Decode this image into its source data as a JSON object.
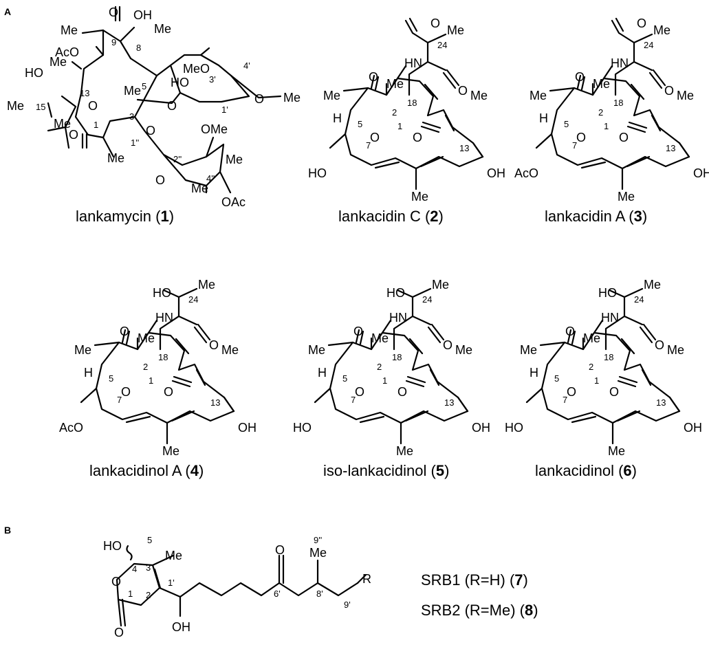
{
  "panels": {
    "a": "A",
    "b": "B"
  },
  "structures": {
    "lankamycin": {
      "caption_name": "lankamycin (",
      "caption_num": "1",
      "caption_end": ")",
      "atoms": {
        "o9": "O",
        "oh8": "OH",
        "me8": "Me",
        "me10": "Me",
        "aco": "AcO",
        "me12": "Me",
        "ho": "HO",
        "me15": "Me",
        "me14": "Me",
        "o_ring": "O",
        "o1": "O",
        "me6": "Me",
        "me2": "Me",
        "o3": "O",
        "o5": "O",
        "meo": "MeO",
        "ho2p": "HO",
        "o_sugar1": "O",
        "me5p": "Me",
        "ome": "OMe",
        "me3pp": "Me",
        "o_sugar2": "O",
        "me5pp": "Me",
        "oac": "OAc"
      },
      "numbers": {
        "n9": "9",
        "n8": "8",
        "n13": "13",
        "n15": "15",
        "n1": "1",
        "n3": "3",
        "n5": "5",
        "n3p": "3'",
        "n4p": "4'",
        "n1p": "1'",
        "n1pp": "1''",
        "n2pp": "2''",
        "n4pp": "4''"
      }
    },
    "lankacidin_c": {
      "caption_name": "lankacidin C (",
      "caption_num": "2",
      "caption_end": ")",
      "atoms": {
        "o25": "O",
        "me25": "Me",
        "o23": "O",
        "hn": "HN",
        "o3": "O",
        "me2": "Me",
        "me4": "Me",
        "h5": "H",
        "o_ring": "O",
        "o1": "O",
        "me17": "Me",
        "ho7": "HO",
        "oh13": "OH",
        "me10": "Me"
      },
      "numbers": {
        "n24": "24",
        "n2": "2",
        "n18": "18",
        "n5": "5",
        "n1": "1",
        "n7": "7",
        "n13": "13"
      }
    },
    "lankacidin_a": {
      "caption_name": "lankacidin A (",
      "caption_num": "3",
      "caption_end": ")",
      "atoms": {
        "o25": "O",
        "me25": "Me",
        "o23": "O",
        "hn": "HN",
        "o3": "O",
        "me2": "Me",
        "me4": "Me",
        "h5": "H",
        "o_ring": "O",
        "o1": "O",
        "me17": "Me",
        "ho7": "AcO",
        "oh13": "OH",
        "me10": "Me"
      },
      "numbers": {
        "n24": "24",
        "n2": "2",
        "n18": "18",
        "n5": "5",
        "n1": "1",
        "n7": "7",
        "n13": "13"
      }
    },
    "lankacidinol_a": {
      "caption_name": "lankacidinol A (",
      "caption_num": "4",
      "caption_end": ")",
      "atoms": {
        "ho24": "HO",
        "me25": "Me",
        "o23": "O",
        "hn": "HN",
        "o3": "O",
        "me2": "Me",
        "me4": "Me",
        "h5": "H",
        "o_ring": "O",
        "o1": "O",
        "me17": "Me",
        "ho7": "AcO",
        "oh13": "OH",
        "me10": "Me"
      },
      "numbers": {
        "n24": "24",
        "n2": "2",
        "n18": "18",
        "n5": "5",
        "n1": "1",
        "n7": "7",
        "n13": "13"
      }
    },
    "iso_lankacidinol": {
      "caption_name": "iso-lankacidinol (",
      "caption_num": "5",
      "caption_end": ")",
      "atoms": {
        "ho24": "HO",
        "me25": "Me",
        "o23": "O",
        "hn": "HN",
        "o3": "O",
        "me2": "Me",
        "me4": "Me",
        "h5": "H",
        "o_ring": "O",
        "o1": "O",
        "me17": "Me",
        "ho7": "HO",
        "oh13": "OH",
        "me10": "Me"
      },
      "numbers": {
        "n24": "24",
        "n2": "2",
        "n18": "18",
        "n5": "5",
        "n1": "1",
        "n7": "7",
        "n13": "13"
      }
    },
    "lankacidinol": {
      "caption_name": "lankacidinol (",
      "caption_num": "6",
      "caption_end": ")",
      "atoms": {
        "ho24": "HO",
        "me25": "Me",
        "o23": "O",
        "hn": "HN",
        "o3": "O",
        "me2": "Me",
        "me4": "Me",
        "h5": "H",
        "o_ring": "O",
        "o1": "O",
        "me17": "Me",
        "ho7": "HO",
        "oh13": "OH",
        "me10": "Me"
      },
      "numbers": {
        "n24": "24",
        "n2": "2",
        "n18": "18",
        "n5": "5",
        "n1": "1",
        "n7": "7",
        "n13": "13"
      }
    },
    "srb": {
      "atoms": {
        "ho4": "HO",
        "me5": "Me",
        "o_ring": "O",
        "o1": "O",
        "o6p": "O",
        "me8p": "Me",
        "r": "R",
        "oh1p": "OH"
      },
      "numbers": {
        "n5": "5",
        "n4": "4",
        "n3": "3",
        "n1": "1",
        "n2": "2",
        "n1p": "1'",
        "n6p": "6'",
        "n8p": "8'",
        "n9pp": "9''",
        "n9p": "9'"
      },
      "caption_srb1_name": "SRB1 (R=H) (",
      "caption_srb1_num": "7",
      "caption_srb1_end": ")",
      "caption_srb2_name": "SRB2 (R=Me) (",
      "caption_srb2_num": "8",
      "caption_srb2_end": ")"
    }
  }
}
